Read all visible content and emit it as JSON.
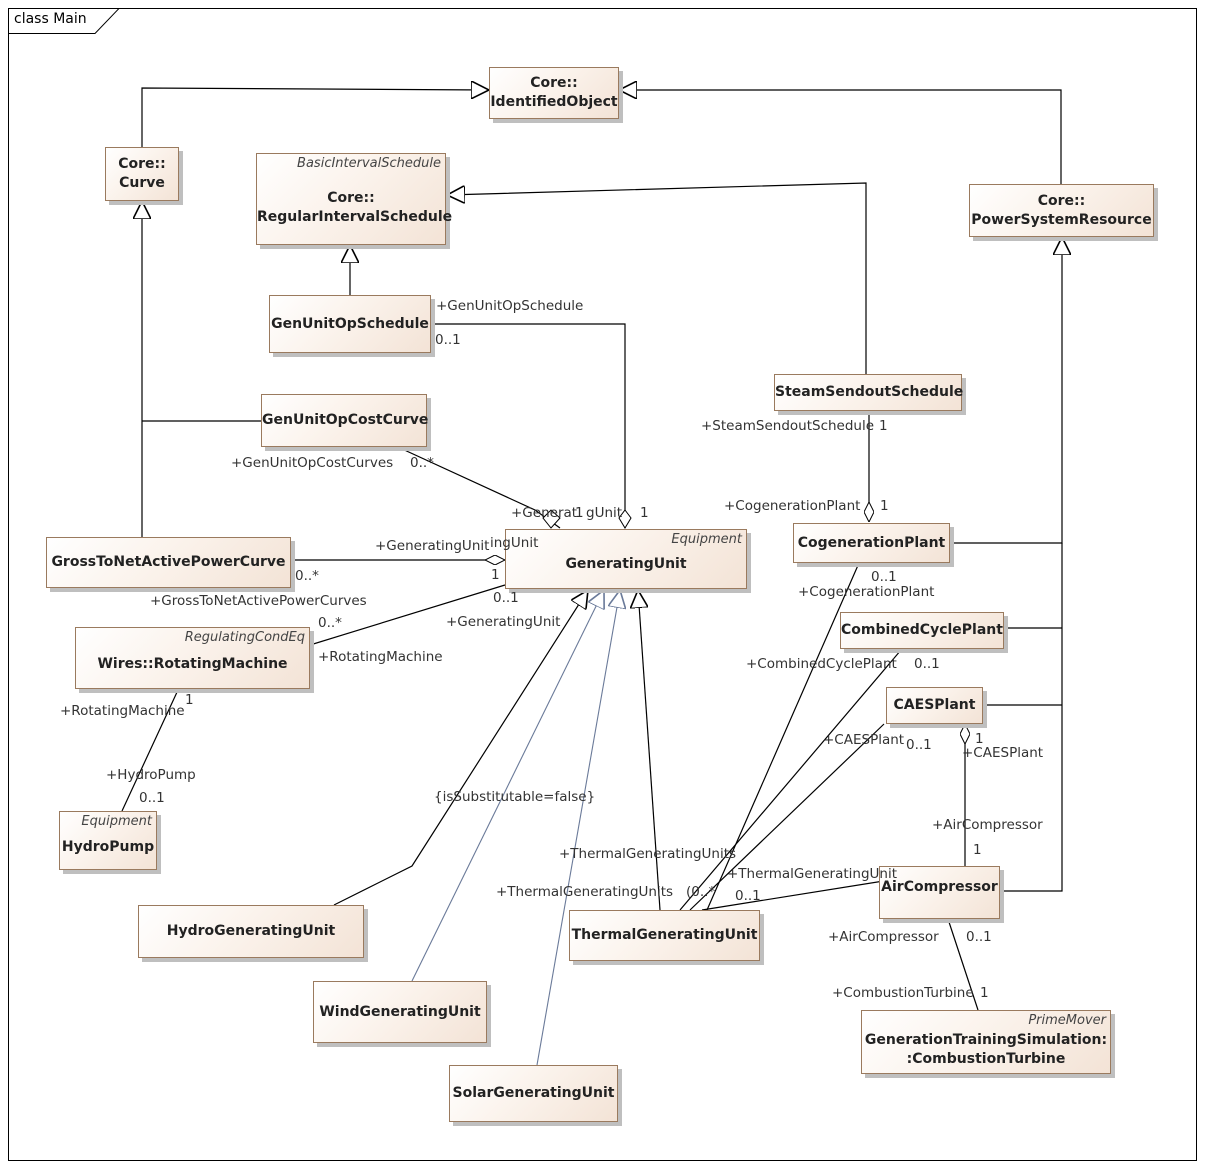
{
  "frame": {
    "label": "class Main"
  },
  "classes": {
    "identified_object": {
      "line1": "Core::",
      "line2": "IdentifiedObject"
    },
    "curve": {
      "line1": "Core::",
      "line2": "Curve"
    },
    "regular_interval_schedule": {
      "stereotype": "BasicIntervalSchedule",
      "line1": "Core::",
      "line2": "RegularIntervalSchedule"
    },
    "power_system_resource": {
      "line1": "Core::",
      "line2": "PowerSystemResource"
    },
    "gen_unit_op_schedule": {
      "line1": "GenUnitOpSchedule"
    },
    "steam_sendout_schedule": {
      "line1": "SteamSendoutSchedule"
    },
    "gen_unit_op_cost_curve": {
      "line1": "GenUnitOpCostCurve"
    },
    "gross_to_net_active_power_curve": {
      "line1": "GrossToNetActivePowerCurve"
    },
    "generating_unit": {
      "stereotype": "Equipment",
      "line1": "GeneratingUnit"
    },
    "cogeneration_plant": {
      "line1": "CogenerationPlant"
    },
    "combined_cycle_plant": {
      "line1": "CombinedCyclePlant"
    },
    "rotating_machine": {
      "stereotype": "RegulatingCondEq",
      "line1": "Wires::RotatingMachine"
    },
    "caes_plant": {
      "line1": "CAESPlant"
    },
    "hydro_pump": {
      "stereotype": "Equipment",
      "line1": "HydroPump"
    },
    "air_compressor": {
      "line1": "AirCompressor"
    },
    "hydro_generating_unit": {
      "line1": "HydroGeneratingUnit"
    },
    "thermal_generating_unit": {
      "line1": "ThermalGeneratingUnit"
    },
    "wind_generating_unit": {
      "line1": "WindGeneratingUnit"
    },
    "combustion_turbine": {
      "stereotype": "PrimeMover",
      "line1": "GenerationTrainingSimulation:",
      "line2": ":CombustionTurbine"
    },
    "solar_generating_unit": {
      "line1": "SolarGeneratingUnit"
    }
  },
  "labels": {
    "gen_unit_op_schedule_role": "+GenUnitOpSchedule",
    "gen_unit_op_schedule_mult": "0..1",
    "steam_sendout_schedule_role": "+SteamSendoutSchedule",
    "steam_sendout_schedule_mult": "1",
    "gen_unit_op_cost_curves_role": "+GenUnitOpCostCurves",
    "gen_unit_op_cost_curves_mult": "0..*",
    "generating_unit_role_top_a": "+Generat",
    "generating_unit_role_top_mult": "1",
    "generating_unit_role_top_b": "gUnit",
    "generating_unit_top_mult2": "1",
    "cogeneration_plant_role_1": "+CogenerationPlant",
    "cogeneration_plant_mult_1": "1",
    "generating_unit_role_mid": "+GeneratingUnit",
    "generating_unit_role_mid_tail": "ingUnit",
    "gross_to_net_mult": "0..*",
    "generating_unit_mult_1": "1",
    "gross_to_net_role": "+GrossToNetActivePowerCurves",
    "generating_unit_mult_01": "0..1",
    "rotating_machine_mult_0n": "0..*",
    "generating_unit_role_bottom": "+GeneratingUnit",
    "rotating_machine_role": "+RotatingMachine",
    "cogeneration_plant_mult_01": "0..1",
    "cogeneration_plant_role_2": "+CogenerationPlant",
    "combined_cycle_plant_role": "+CombinedCyclePlant",
    "combined_cycle_plant_mult": "0..1",
    "rotating_machine_role_2": "+RotatingMachine",
    "rotating_machine_mult_1": "1",
    "caes_plant_role": "+CAESPlant",
    "caes_plant_mult_01": "0..1",
    "caes_plant_mult_1": "1",
    "caes_plant_role_2": "+CAESPlant",
    "hydro_pump_role": "+HydroPump",
    "hydro_pump_mult": "0..1",
    "is_substitutable": "{isSubstitutable=false}",
    "air_compressor_role": "+AirCompressor",
    "air_compressor_mult": "1",
    "thermal_units_role_1": "+ThermalGeneratingUnits",
    "thermal_unit_role": "+ThermalGeneratingUnit",
    "thermal_units_role_2": "+ThermalGeneratingUnits",
    "thermal_units_mult_0n": "(0..*",
    "thermal_unit_mult_01": "0..1",
    "air_compressor_role_2": "+AirCompressor",
    "air_compressor_mult_01": "0..1",
    "combustion_turbine_role": "+CombustionTurbine",
    "combustion_turbine_mult": "1"
  },
  "colors": {
    "class_border": "#9a7a5e",
    "edge": "#000000",
    "realization_edge": "#6a7a99"
  }
}
